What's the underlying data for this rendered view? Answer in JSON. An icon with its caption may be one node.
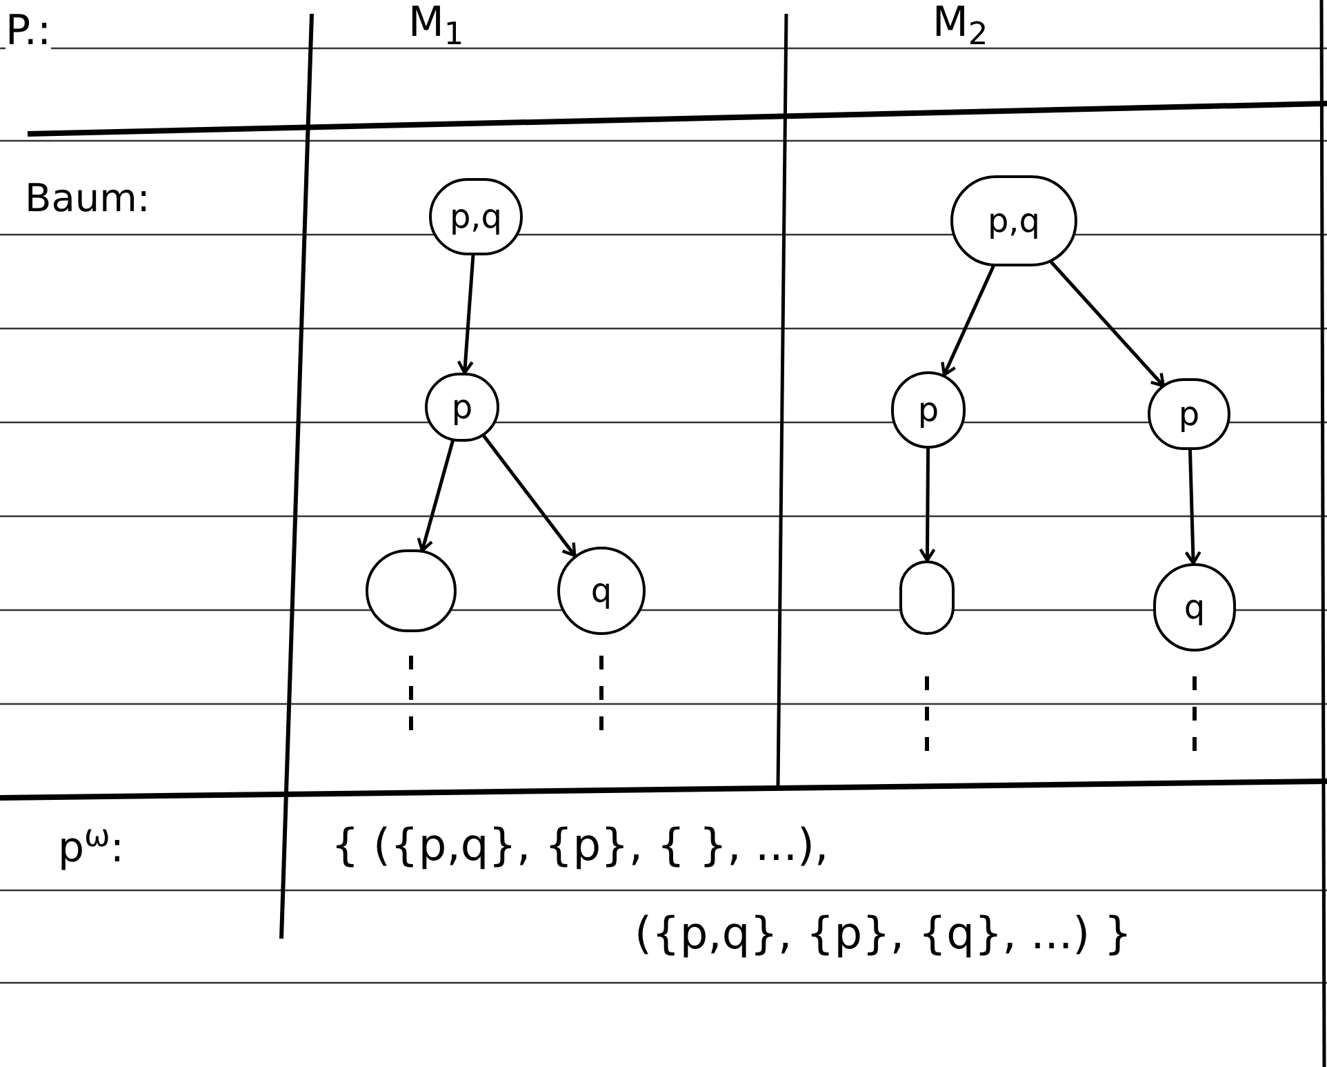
{
  "diagram": {
    "nodes": [
      {
        "text": [
          "p,q"
        ]
      },
      {
        "text": [
          "p"
        ]
      },
      {
        "text": [],
        "shape": "circle"
      },
      {
        "text": [
          "q"
        ]
      },
      {
        "text": [
          "p,q"
        ]
      },
      {
        "text": [
          "p"
        ]
      },
      {
        "text": [
          "p"
        ]
      },
      {
        "text": [],
        "shape": "circle"
      },
      {
        "text": [
          "q"
        ]
      }
    ],
    "edges": [
      {
        "from": 0,
        "to": 1,
        "arrow": "to"
      },
      {
        "from": 1,
        "to": 2,
        "arrow": "to"
      },
      {
        "from": 1,
        "to": 3,
        "arrow": "to"
      },
      {
        "from": 4,
        "to": 5,
        "arrow": "to"
      },
      {
        "from": 4,
        "to": 6,
        "arrow": "to"
      },
      {
        "from": 5,
        "to": 7,
        "arrow": "to"
      },
      {
        "from": 6,
        "to": 8,
        "arrow": "to"
      }
    ],
    "labels": [
      "P.:",
      "M$_{1}$",
      "M$_{2}$",
      "Baum:",
      "p$^{ω}$:",
      "{ ({p,q}, {p}, { }, ...),",
      "({p,q}, {p}, {q}, ...) }"
    ]
  }
}
